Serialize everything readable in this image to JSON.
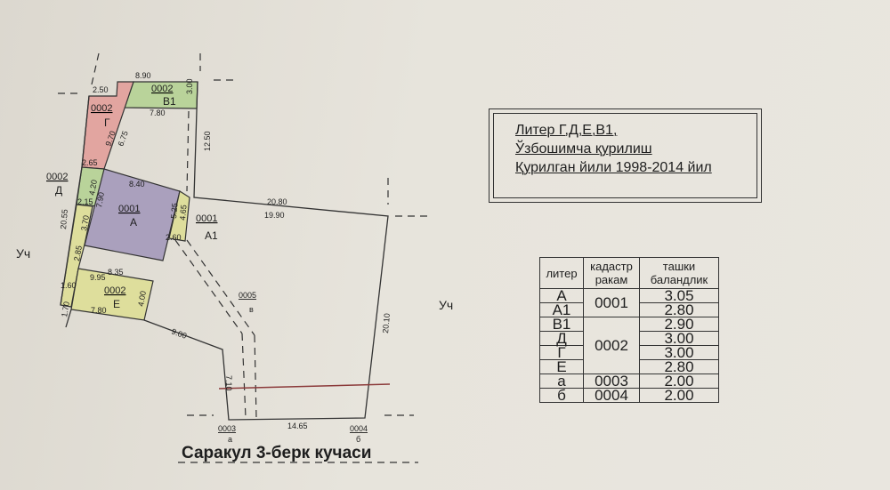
{
  "title_box": {
    "lines": [
      "Литер Г,Д,Е,В1,",
      "Ўзбошимча қурилиш",
      "Қурилган йили 1998-2014 йил"
    ]
  },
  "legend_table": {
    "headers": [
      "литер",
      "кадастр ракам",
      "ташки баландлик"
    ],
    "rows": [
      {
        "liter": "А",
        "cadastre": "0001",
        "height": "3.05"
      },
      {
        "liter": "А1",
        "cadastre": "0001",
        "height": "2.80"
      },
      {
        "liter": "В1",
        "cadastre": "0002",
        "height": "2.90"
      },
      {
        "liter": "Д",
        "cadastre": "0002",
        "height": "3.00"
      },
      {
        "liter": "Г",
        "cadastre": "0002",
        "height": "3.00"
      },
      {
        "liter": "Е",
        "cadastre": "0002",
        "height": "2.80"
      },
      {
        "liter": "а",
        "cadastre": "0003",
        "height": "2.00"
      },
      {
        "liter": "б",
        "cadastre": "0004",
        "height": "2.00"
      }
    ]
  },
  "plan": {
    "street_name": "Саракул 3-берк  кучаси",
    "neighbor_left": "Уч",
    "neighbor_right": "Уч",
    "buildings": {
      "B1": {
        "code": "0002",
        "liter": "В1"
      },
      "G": {
        "code": "0002",
        "liter": "Г"
      },
      "D": {
        "code": "0002",
        "liter": "Д"
      },
      "A": {
        "code": "0001",
        "liter": "А"
      },
      "A1": {
        "code": "0001",
        "liter": "А1"
      },
      "E": {
        "code": "0002",
        "liter": "Е"
      },
      "v": {
        "code": "0005",
        "liter": "в"
      },
      "a": {
        "code": "0003",
        "liter": "а"
      },
      "b": {
        "code": "0004",
        "liter": "б"
      }
    },
    "dimensions": {
      "d890": "8.90",
      "d250": "2.50",
      "d300": "3.00",
      "d780a": "7.80",
      "d1250": "12.50",
      "d970": "9.70",
      "d675": "6.75",
      "d265": "2.65",
      "d420": "4.20",
      "d840": "8.40",
      "d215": "2.15",
      "d790": "7.90",
      "d2055": "20.55",
      "d370": "3.70",
      "d525": "5.25",
      "d465": "4.65",
      "d260": "2.60",
      "d285": "2.85",
      "d835": "8.35",
      "d995": "9.95",
      "d160": "1.60",
      "d400": "4.00",
      "d170": "1.70",
      "d780b": "7.80",
      "d2080": "20.80",
      "d1990": "19.90",
      "d900": "9.00",
      "d2010": "20.10",
      "d710": "7.10",
      "d1465": "14.65"
    },
    "colors": {
      "B1": "#b9d39a",
      "G": "#e2a5a0",
      "D": "#b9d39a",
      "A": "#aaa0bd",
      "A1": "#dede9c",
      "E": "#dede9c",
      "strip": "#dede9c",
      "red_line": "#8b3a3a"
    }
  }
}
